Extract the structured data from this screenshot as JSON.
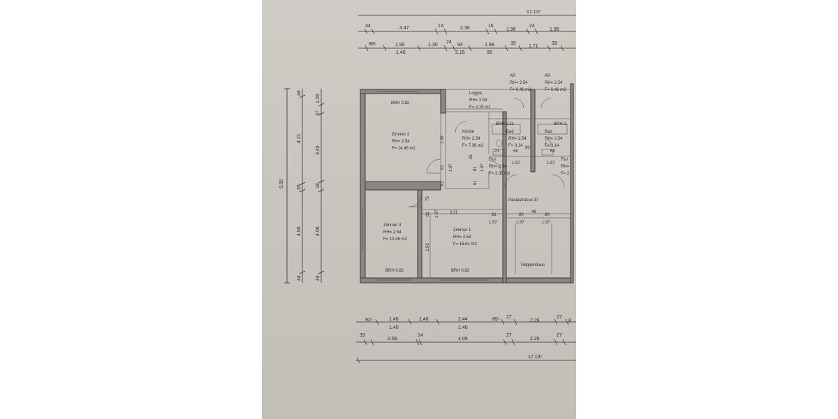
{
  "dimensions": {
    "top_total": "17.13⁵",
    "top_row1": [
      "34",
      "3.47",
      "13",
      "2.36",
      "16",
      "1.96",
      "24",
      "1.96"
    ],
    "top_row2_upper": [
      "88⁵",
      "1.95",
      "1.30",
      "24",
      "94",
      "1.98",
      "39",
      "1.71",
      "39"
    ],
    "top_row2_lower": [
      "1.40",
      "2.15",
      "95"
    ],
    "left_total": "9.50",
    "left_col1": [
      "44",
      "4.21",
      "35",
      "4.06",
      "44"
    ],
    "left_col2": [
      "1.05",
      "37",
      "3.40",
      "18",
      "4.06",
      "44"
    ],
    "bottom_row1_upper": [
      "92⁵",
      "1.46",
      "1.46",
      "2.44",
      "85⁵",
      "27",
      "2.26",
      "27",
      "8"
    ],
    "bottom_row1_lower": [
      "1.40",
      "1.40"
    ],
    "bottom_row2": [
      "33",
      "2.58",
      "14",
      "4.09",
      "27",
      "2.26",
      "27"
    ],
    "bottom_total": "17.13⁵"
  },
  "rooms": {
    "zimmer2": {
      "name": "Zimmer 2",
      "rh": "RH= 2.54",
      "f": "F= 14.45 m2",
      "brh": "BRH 0.82"
    },
    "zimmer3": {
      "name": "Zimmer 3",
      "rh": "RH= 2.54",
      "f": "F= 10.46 m2",
      "brh": "BRH 0.82"
    },
    "zimmer1": {
      "name": "Zimmer 1",
      "rh": "RH= 2.54",
      "f": "F= 16.61 m2",
      "brh": "BRH 0.82"
    },
    "loggia": {
      "name": "Loggia",
      "rh": "RH= 2.54",
      "f": "F= 2.19 m2"
    },
    "kueche": {
      "name": "Küche",
      "rh": "RH= 2.54",
      "f": "F= 7.36 m2"
    },
    "flur": {
      "name": "Flur",
      "rh": "RH= 2.54",
      "f": "F= 3.32 m2"
    },
    "bad": {
      "name": "Bad",
      "rh": "RH= 2.54",
      "f": "F= 3.14",
      "brh": "BRH 1.21"
    },
    "bad2": {
      "name": "Bad",
      "rh": "RH= 2.54",
      "f": "F= 3.14",
      "brh": "BRH 1."
    },
    "ar1": {
      "name": "AR",
      "rh": "RH= 2.54",
      "f": "F= 0.41 m2"
    },
    "ar2": {
      "name": "AR",
      "rh": "RH= 2.54",
      "f": "F= 0.41 m2"
    },
    "flur2": {
      "name": "Flur",
      "rh": "RH=",
      "f": "F= 2"
    },
    "treppenhaus": {
      "name": "Treppenhaus"
    },
    "street": "Paulastrasse 37"
  },
  "inner_dims": {
    "v_198": "1.98",
    "v_81a": "81",
    "v_197a": "1.97",
    "v_81b": "81",
    "v_197b": "1.97",
    "v_26": "26",
    "v_61a": "61",
    "v_61b": "61",
    "v_75": "75",
    "v_81c": "81",
    "v_197c": "1.97",
    "v_250": "2.50",
    "h_311": "3.11",
    "h_81": "81",
    "h_80a": "80",
    "h_46": "46",
    "h_80b": "80",
    "h_197a": "1.97",
    "h_197b": "1.97",
    "h_197c": "1.97",
    "h_197d": "1.97",
    "h_197e": "1.97",
    "h_68a": "68",
    "h_68b": "68",
    "h_23": "23",
    "h_90": "90"
  },
  "colors": {
    "paper": "#c9c6bf",
    "wall": "#8a8784",
    "line": "#2e2e2e"
  }
}
